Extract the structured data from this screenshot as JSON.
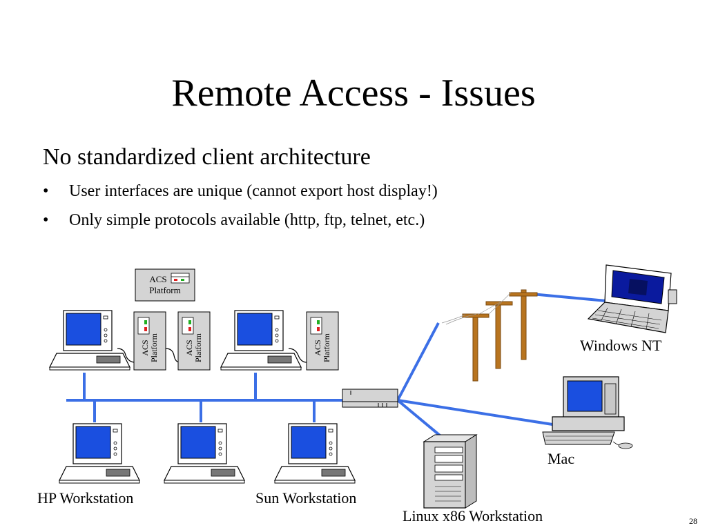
{
  "slide": {
    "title": "Remote Access - Issues",
    "subhead": "No standardized client architecture",
    "bullets": [
      {
        "marker": "•",
        "text": "User interfaces are unique (cannot export host display!)"
      },
      {
        "marker": "•",
        "text": "Only simple protocols available (http, ftp, telnet, etc.)"
      }
    ],
    "page_number": "28"
  },
  "diagram": {
    "acs_top": {
      "line1": "ACS",
      "line2": "Platform"
    },
    "acs_vertical": [
      {
        "line1": "ACS",
        "line2": "Platform"
      },
      {
        "line1": "ACS",
        "line2": "Platform"
      },
      {
        "line1": "ACS",
        "line2": "Platform"
      }
    ],
    "labels": {
      "hp": "HP Workstation",
      "sun": "Sun Workstation",
      "linux": "Linux x86 Workstation",
      "windows_nt": "Windows NT",
      "mac": "Mac"
    },
    "colors": {
      "network_line": "#3b6fe6",
      "screen": "#1a4fe0",
      "pole": "#b8741f",
      "nt_screen": "#0a1a9e",
      "device_gray": "#d4d4d4"
    }
  }
}
